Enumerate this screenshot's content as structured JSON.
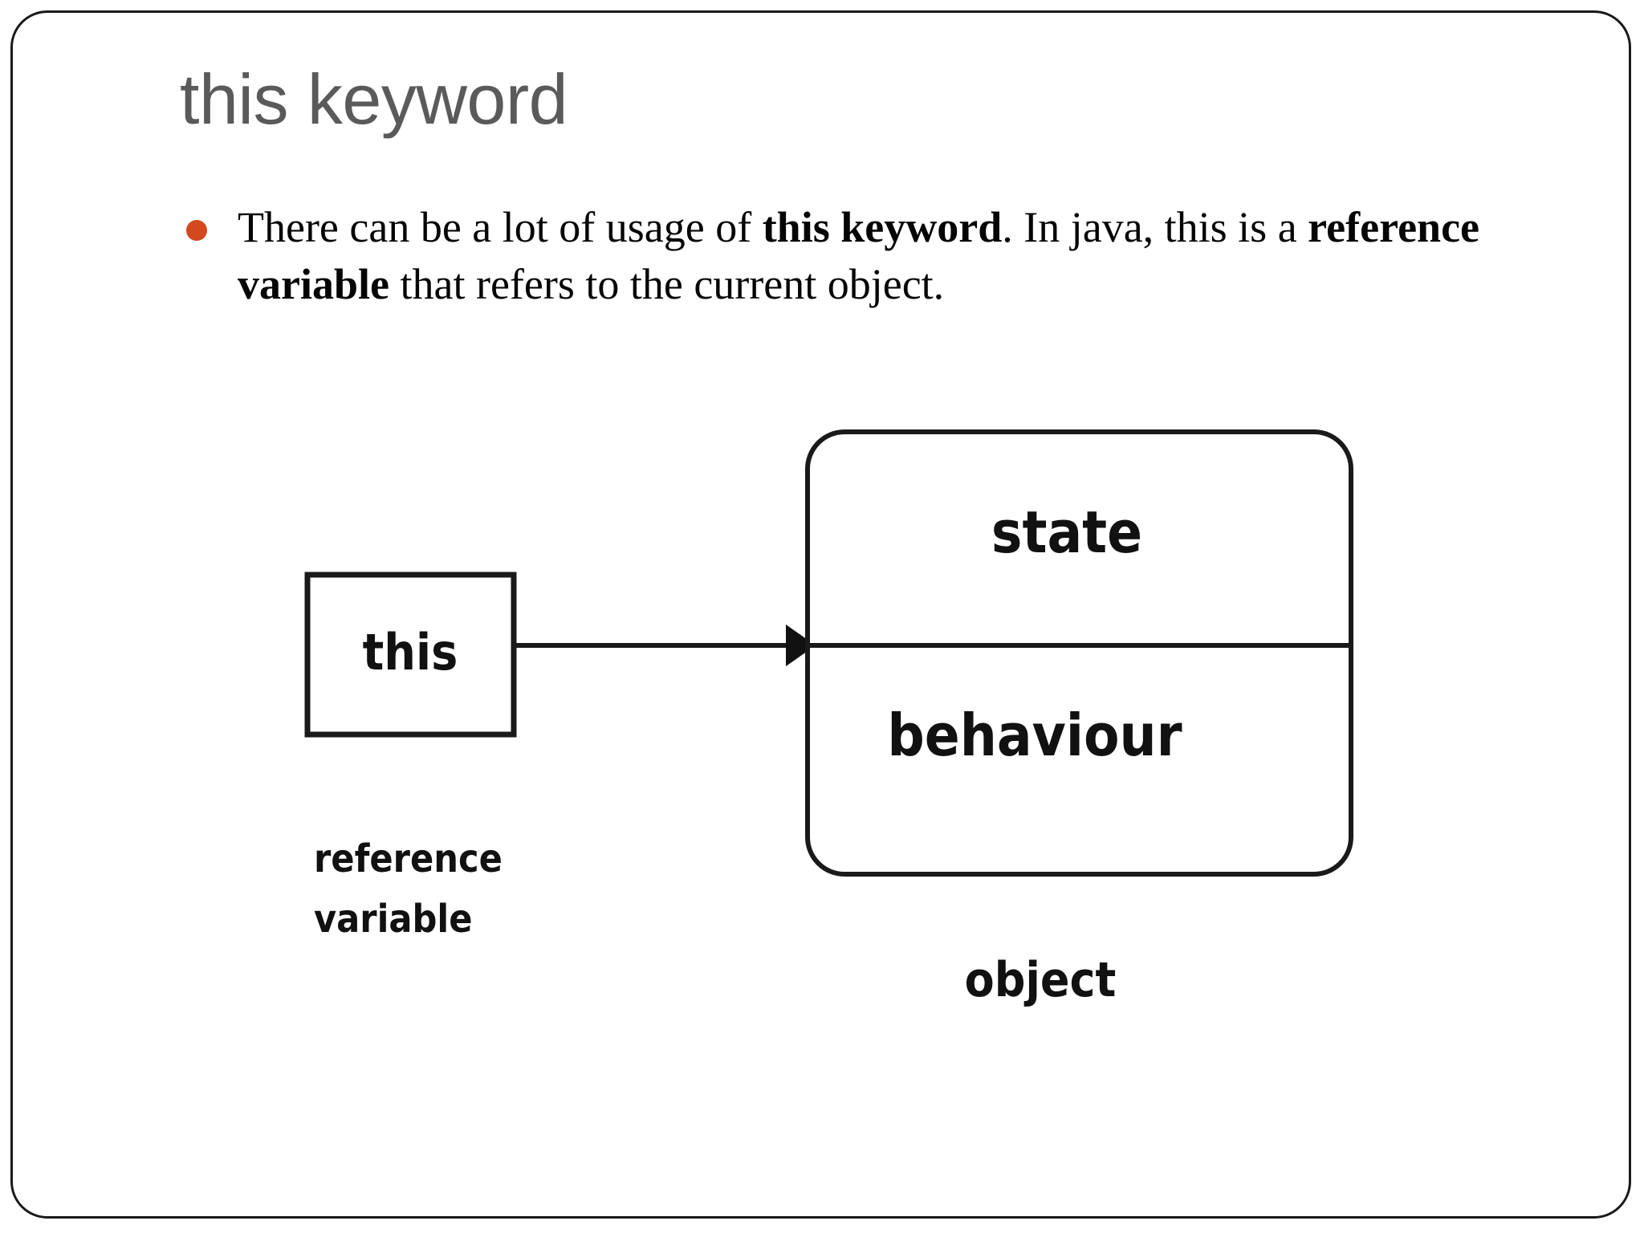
{
  "slide": {
    "title": "this keyword",
    "border_color": "#1a1a1a",
    "background": "#ffffff"
  },
  "bullets": [
    {
      "marker": "bullet-dot",
      "marker_color": "#d3481e",
      "segments": [
        {
          "text": "There can be a lot of usage of ",
          "bold": false
        },
        {
          "text": "this keyword",
          "bold": true
        },
        {
          "text": ". In java, this is a ",
          "bold": false
        },
        {
          "text": "reference variable",
          "bold": true
        },
        {
          "text": " that refers to the current object.",
          "bold": false
        }
      ],
      "plain_text": "There can be a lot of usage of this keyword. In java, this is a reference variable that refers to the current object."
    }
  ],
  "diagram": {
    "reference_box": {
      "label": "this",
      "caption_line1": "reference",
      "caption_line2": "variable"
    },
    "object_box": {
      "top_compartment": "state",
      "bottom_compartment": "behaviour",
      "caption": "object"
    },
    "arrow": {
      "name": "points-to-arrow",
      "from": "this",
      "to": "object"
    },
    "stroke_color": "#1a1a1a",
    "text_color": "#111111"
  }
}
